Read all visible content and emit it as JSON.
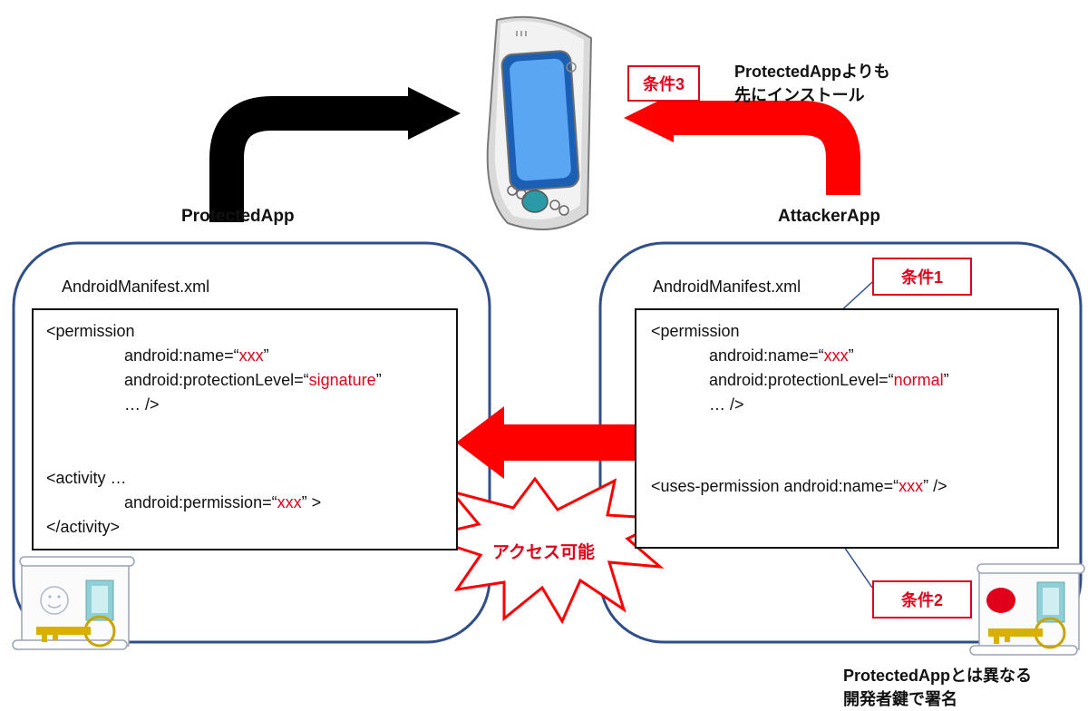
{
  "left_app": {
    "name": "ProtectedApp",
    "manifest_label": "AndroidManifest.xml",
    "code": {
      "permission_open": "<permission",
      "name_prefix": "android:name=“",
      "name_value": "xxx",
      "name_suffix": "”",
      "level_prefix": "android:protectionLevel=“",
      "level_value": "signature",
      "level_suffix": "”",
      "ellipsis_close": "… />",
      "activity_open": "<activity …",
      "perm_prefix": "android:permission=“",
      "perm_value": "xxx",
      "perm_suffix": "” >",
      "activity_close": "</activity>"
    }
  },
  "right_app": {
    "name": "AttackerApp",
    "manifest_label": "AndroidManifest.xml",
    "code": {
      "permission_open": "<permission",
      "name_prefix": "android:name=“",
      "name_value": "xxx",
      "name_suffix": "”",
      "level_prefix": "android:protectionLevel=“",
      "level_value": "normal",
      "level_suffix": "”",
      "ellipsis_close": "… />",
      "uses_prefix": "<uses-permission android:name=“",
      "uses_value": "xxx",
      "uses_suffix": "” />"
    }
  },
  "conditions": {
    "c1": "条件1",
    "c2": "条件2",
    "c3": "条件3"
  },
  "notes": {
    "c3_line1": "ProtectedAppよりも",
    "c3_line2": "先にインストール",
    "c2_line1": "ProtectedAppとは異なる",
    "c2_line2": "開発者鍵で署名"
  },
  "burst": {
    "label": "アクセス可能"
  },
  "colors": {
    "accent_red": "#e0001a",
    "frame_blue": "#2f4f8a",
    "arrow_black": "#000000",
    "code_value_red": "#e0001a"
  },
  "icons": {
    "phone": "smartphone-icon",
    "left_cert": "certificate-smiley-key-icon",
    "right_cert": "certificate-redseal-key-icon"
  }
}
